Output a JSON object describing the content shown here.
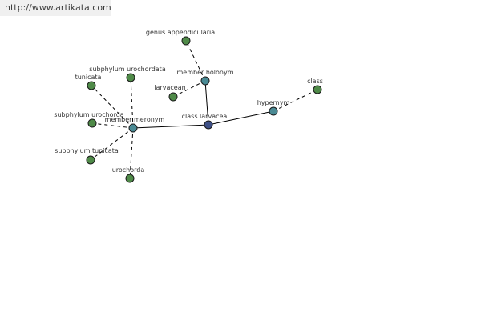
{
  "watermark": {
    "text": "http://www.artikata.com"
  },
  "colors": {
    "root_node": "#3d4f86",
    "relation_node": "#4a8a94",
    "leaf_node": "#4f8a48"
  },
  "nodes": [
    {
      "id": "class-larvacea",
      "label": "class larvacea",
      "kind": "root"
    },
    {
      "id": "member-holonym",
      "label": "member holonym",
      "kind": "relation"
    },
    {
      "id": "member-meronym",
      "label": "member meronym",
      "kind": "relation"
    },
    {
      "id": "hypernym",
      "label": "hypernym",
      "kind": "relation"
    },
    {
      "id": "genus-appendicularia",
      "label": "genus appendicularia",
      "kind": "leaf"
    },
    {
      "id": "larvacean",
      "label": "larvacean",
      "kind": "leaf"
    },
    {
      "id": "class",
      "label": "class",
      "kind": "leaf"
    },
    {
      "id": "tunicata",
      "label": "tunicata",
      "kind": "leaf"
    },
    {
      "id": "subphylum-urochordata",
      "label": "subphylum urochordata",
      "kind": "leaf"
    },
    {
      "id": "subphylum-urochorda",
      "label": "subphylum urochorda",
      "kind": "leaf"
    },
    {
      "id": "subphylum-tunicata",
      "label": "subphylum tunicata",
      "kind": "leaf"
    },
    {
      "id": "urochorda",
      "label": "urochorda",
      "kind": "leaf"
    }
  ],
  "edges": [
    {
      "from": "class-larvacea",
      "to": "member-holonym",
      "style": "solid"
    },
    {
      "from": "class-larvacea",
      "to": "member-meronym",
      "style": "solid"
    },
    {
      "from": "class-larvacea",
      "to": "hypernym",
      "style": "solid"
    },
    {
      "from": "member-holonym",
      "to": "genus-appendicularia",
      "style": "dashed"
    },
    {
      "from": "member-holonym",
      "to": "larvacean",
      "style": "dashed"
    },
    {
      "from": "hypernym",
      "to": "class",
      "style": "dashed"
    },
    {
      "from": "member-meronym",
      "to": "tunicata",
      "style": "dashed"
    },
    {
      "from": "member-meronym",
      "to": "subphylum-urochordata",
      "style": "dashed"
    },
    {
      "from": "member-meronym",
      "to": "subphylum-urochorda",
      "style": "dashed"
    },
    {
      "from": "member-meronym",
      "to": "subphylum-tunicata",
      "style": "dashed"
    },
    {
      "from": "member-meronym",
      "to": "urochorda",
      "style": "dashed"
    }
  ]
}
